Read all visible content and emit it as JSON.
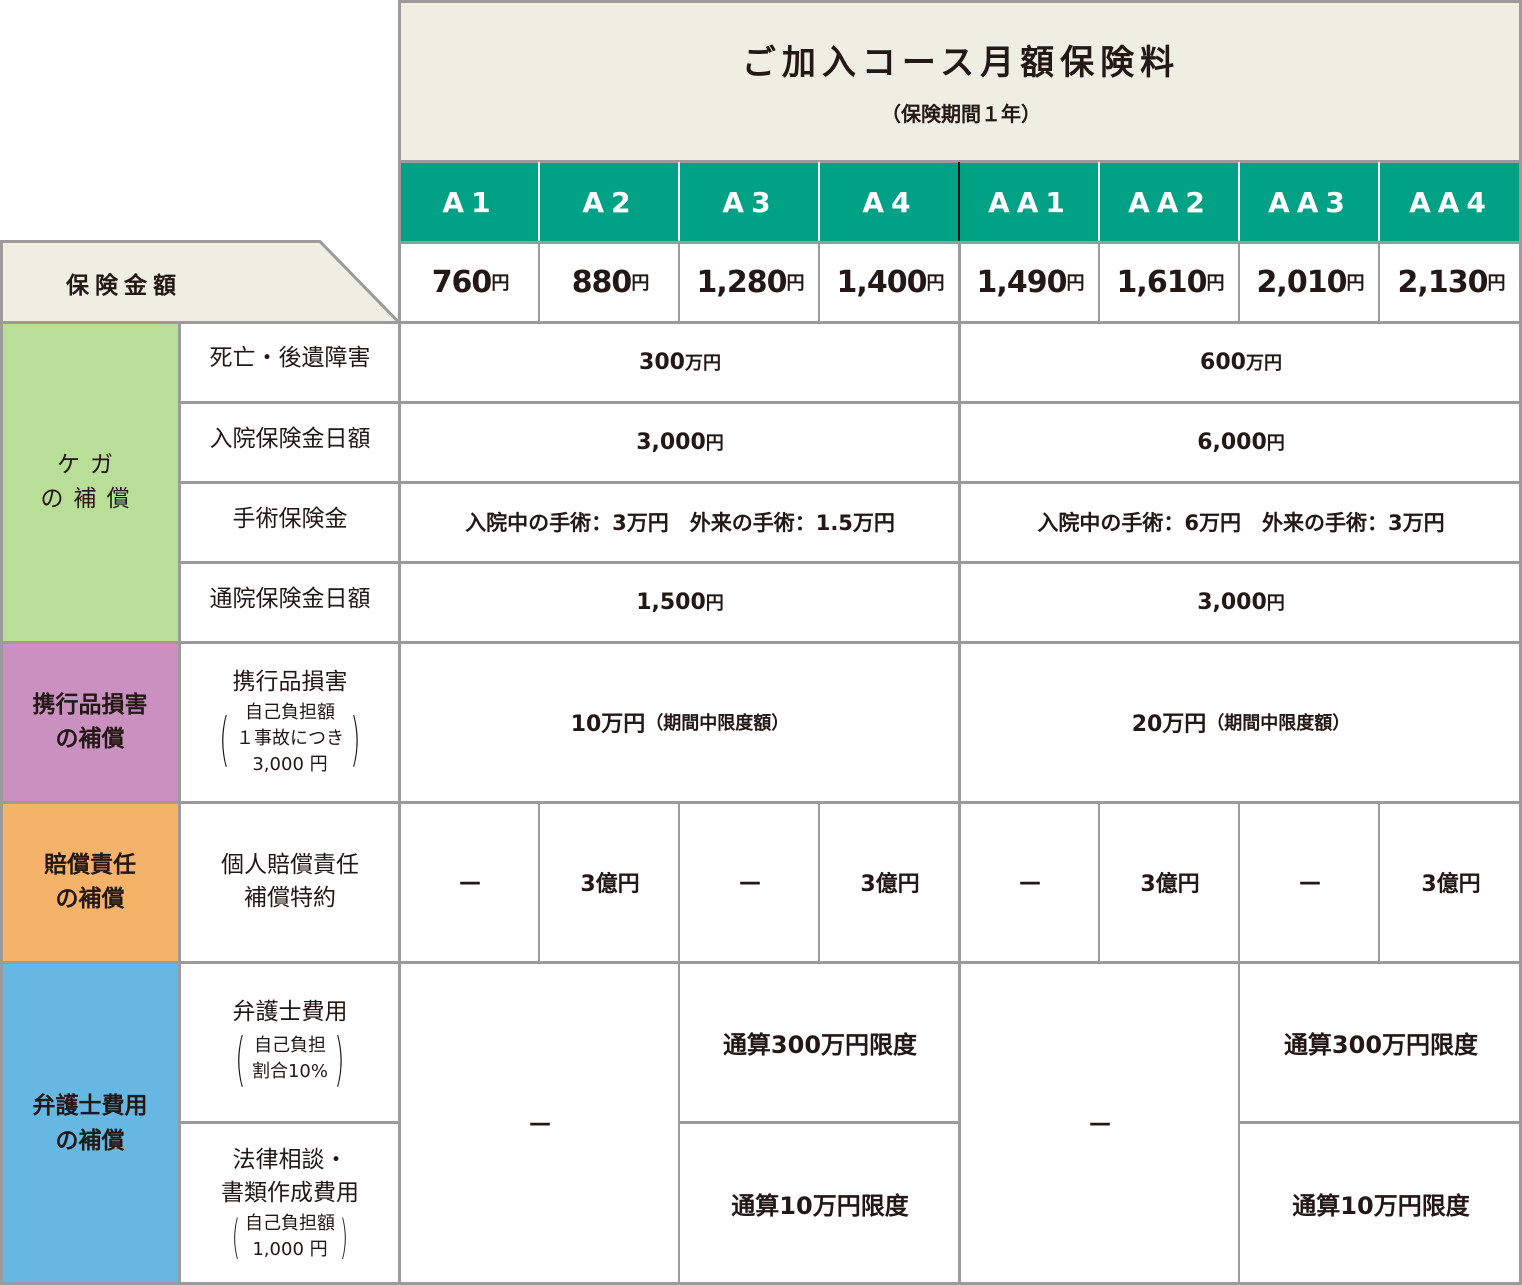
{
  "header": {
    "title": "ご加入コース月額保険料",
    "subtitle": "（保険期間１年）"
  },
  "courses": [
    "A1",
    "A2",
    "A3",
    "A4",
    "AA1",
    "AA2",
    "AA3",
    "AA4"
  ],
  "premium_row": {
    "label": "保険金額",
    "unit": "円",
    "values": [
      "760",
      "880",
      "1,280",
      "1,400",
      "1,490",
      "1,610",
      "2,010",
      "2,130"
    ]
  },
  "categories": {
    "injury": {
      "label_line1": "ケガ",
      "label_line2": "の補償",
      "color": "#b8de98",
      "rows": [
        {
          "label": "死亡・後遺障害",
          "a_value": "300",
          "a_unit": "万円",
          "aa_value": "600",
          "aa_unit": "万円"
        },
        {
          "label": "入院保険金日額",
          "a_value": "3,000",
          "a_unit": "円",
          "aa_value": "6,000",
          "aa_unit": "円"
        },
        {
          "label": "手術保険金",
          "a_value": "入院中の手術：3万円　外来の手術：1.5万円",
          "aa_value": "入院中の手術：6万円　外来の手術：3万円"
        },
        {
          "label": "通院保険金日額",
          "a_value": "1,500",
          "a_unit": "円",
          "aa_value": "3,000",
          "aa_unit": "円"
        }
      ]
    },
    "belongings": {
      "label_line1": "携行品損害",
      "label_line2": "の補償",
      "color": "#c990c0",
      "row": {
        "label": "携行品損害",
        "note_line1": "自己負担額",
        "note_line2": "１事故につき",
        "note_line3": "3,000 円",
        "a_value": "10万円",
        "a_note": "（期間中限度額）",
        "aa_value": "20万円",
        "aa_note": "（期間中限度額）"
      }
    },
    "liability": {
      "label_line1": "賠償責任",
      "label_line2": "の補償",
      "color": "#f5b36a",
      "row": {
        "label_line1": "個人賠償責任",
        "label_line2": "補償特約",
        "values": [
          "—",
          "3億円",
          "—",
          "3億円",
          "—",
          "3億円",
          "—",
          "3億円"
        ]
      }
    },
    "legal": {
      "label_line1": "弁護士費用",
      "label_line2": "の補償",
      "color": "#66b8e3",
      "rows": [
        {
          "label": "弁護士費用",
          "note_line1": "自己負担",
          "note_line2": "割合10%"
        },
        {
          "label_line1": "法律相談・",
          "label_line2": "書類作成費用",
          "note_line1": "自己負担額",
          "note_line2": "1,000 円"
        }
      ],
      "none_value": "—",
      "fees_value": "通算300万円限度",
      "consult_value": "通算10万円限度"
    }
  },
  "glyphs": {
    "open_paren": "(",
    "close_paren": ")"
  }
}
